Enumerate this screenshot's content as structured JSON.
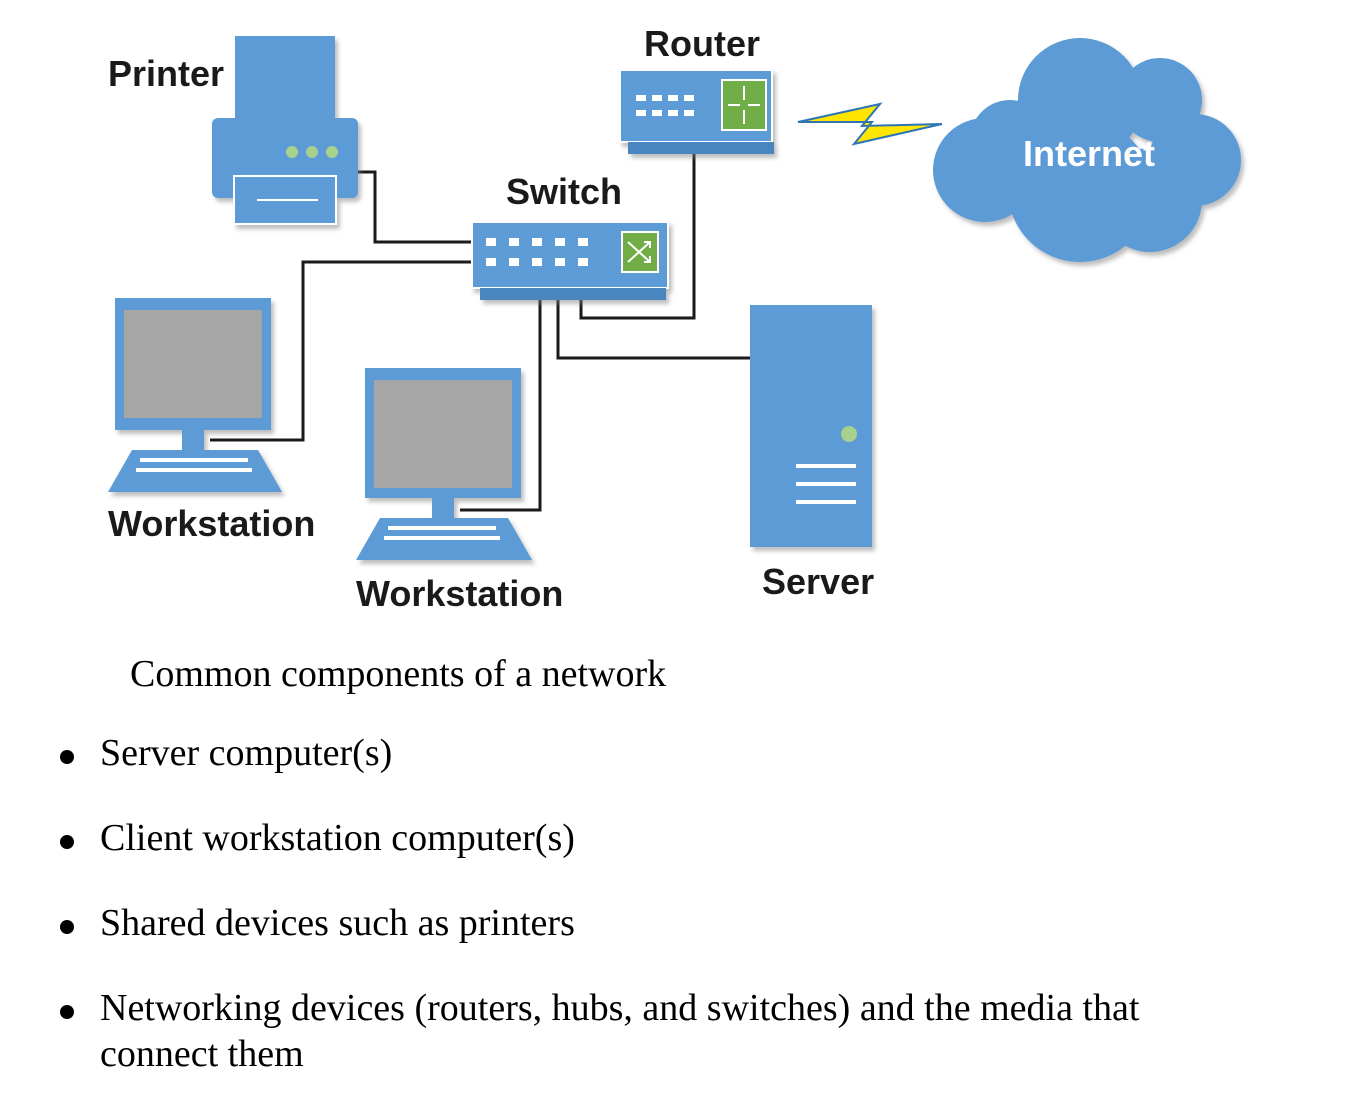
{
  "diagram": {
    "labels": {
      "printer": "Printer",
      "router": "Router",
      "switch": "Switch",
      "internet": "Internet",
      "workstation_1": "Workstation",
      "workstation_2": "Workstation",
      "server": "Server"
    },
    "colors": {
      "device_blue": "#5b9bd5",
      "device_dark": "#4a86c0",
      "screen_gray": "#a6a6a6",
      "indicator_green": "#70ad47",
      "led_green": "#a9d18e",
      "cable": "#1a1a1a",
      "lightning": "#ffe600"
    }
  },
  "caption": "Common components of a network",
  "bullets": [
    "Server computer(s)",
    "Client workstation computer(s)",
    "Shared devices such as printers",
    "Networking devices (routers, hubs, and switches) and the media that connect them"
  ]
}
